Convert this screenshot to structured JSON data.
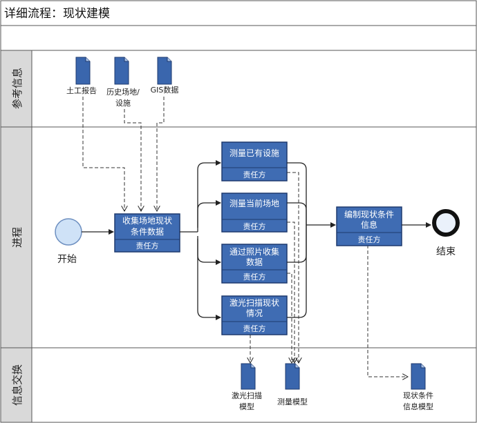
{
  "title": "详细流程：现状建模",
  "lanes": {
    "reference": "参考信息",
    "process": "进程",
    "exchange": "信息交换"
  },
  "documents": {
    "doc1": "土工报告",
    "doc2_line1": "历史场地/",
    "doc2_line2": "设施",
    "doc3": "GIS数据",
    "out1_line1": "激光扫描",
    "out1_line2": "模型",
    "out2": "测量模型",
    "out3_line1": "现状条件",
    "out3_line2": "信息模型"
  },
  "events": {
    "start": "开始",
    "end": "结束"
  },
  "tasks": {
    "collect_line1": "收集场地现状",
    "collect_line2": "条件数据",
    "survey_existing": "测量已有设施",
    "survey_site": "测量当前场地",
    "photo_line1": "通过照片收集",
    "photo_line2": "数据",
    "laser_line1": "激光扫描现状",
    "laser_line2": "情况",
    "compile_line1": "编制现状条件",
    "compile_line2": "信息",
    "owner": "责任方"
  },
  "colors": {
    "task_fill": "#3f6cb3",
    "task_border": "#1e3a6e",
    "doc_fill": "#3a66ad",
    "lane_label_bg": "#d9d9d9",
    "start_fill": "#cfe2f7"
  }
}
